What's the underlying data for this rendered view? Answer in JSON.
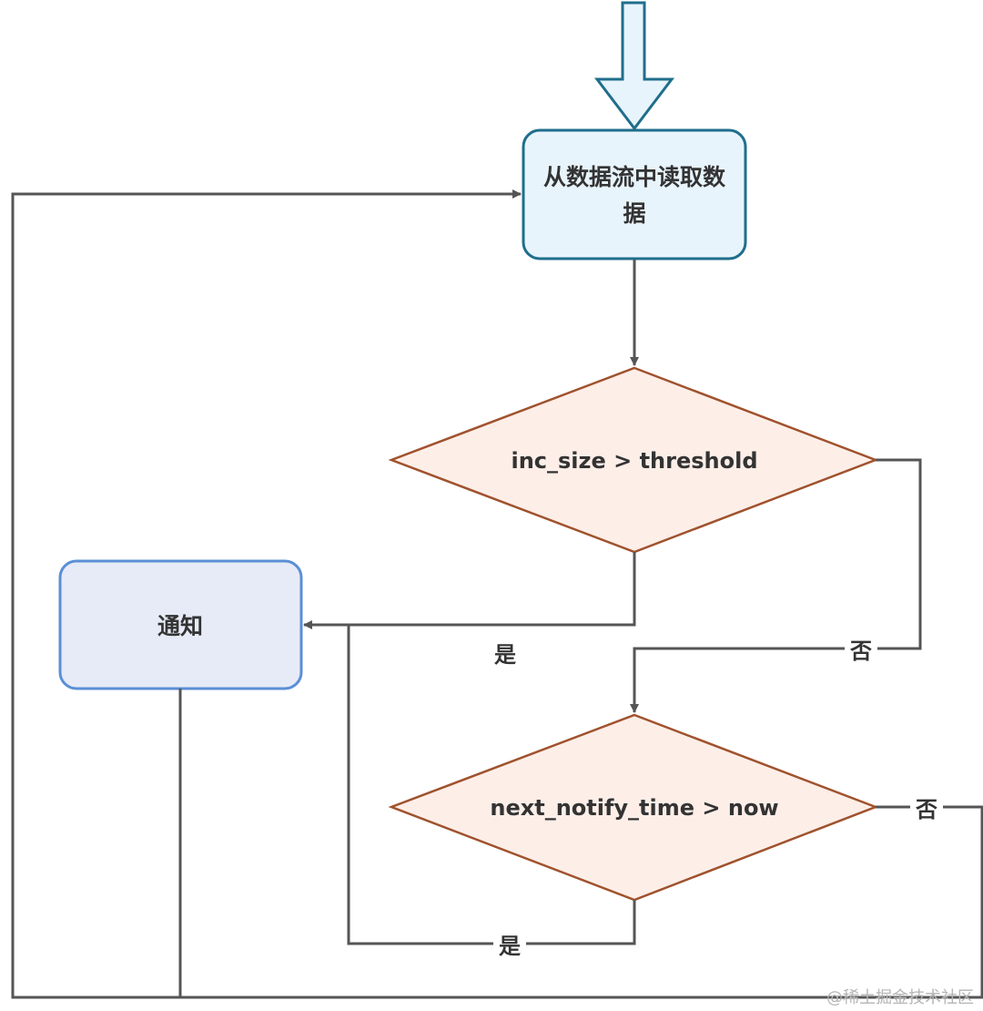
{
  "nodes": {
    "read": {
      "line1": "从数据流中读取数",
      "line2": "据"
    },
    "notify": {
      "label": "通知"
    },
    "decision1": {
      "label": "inc_size > threshold"
    },
    "decision2": {
      "label": "next_notify_time > now"
    }
  },
  "edges": {
    "d1_yes": "是",
    "d1_no": "否",
    "d2_yes": "是",
    "d2_no": "否"
  },
  "watermark": "@稀土掘金技术社区",
  "colors": {
    "process_fill": "#e8f4fc",
    "process_stroke": "#1f6e8c",
    "notify_fill": "#e6ebf7",
    "notify_stroke": "#5b8fd6",
    "decision_fill": "#fdeee8",
    "decision_stroke": "#a0522d",
    "connector": "#555555"
  }
}
